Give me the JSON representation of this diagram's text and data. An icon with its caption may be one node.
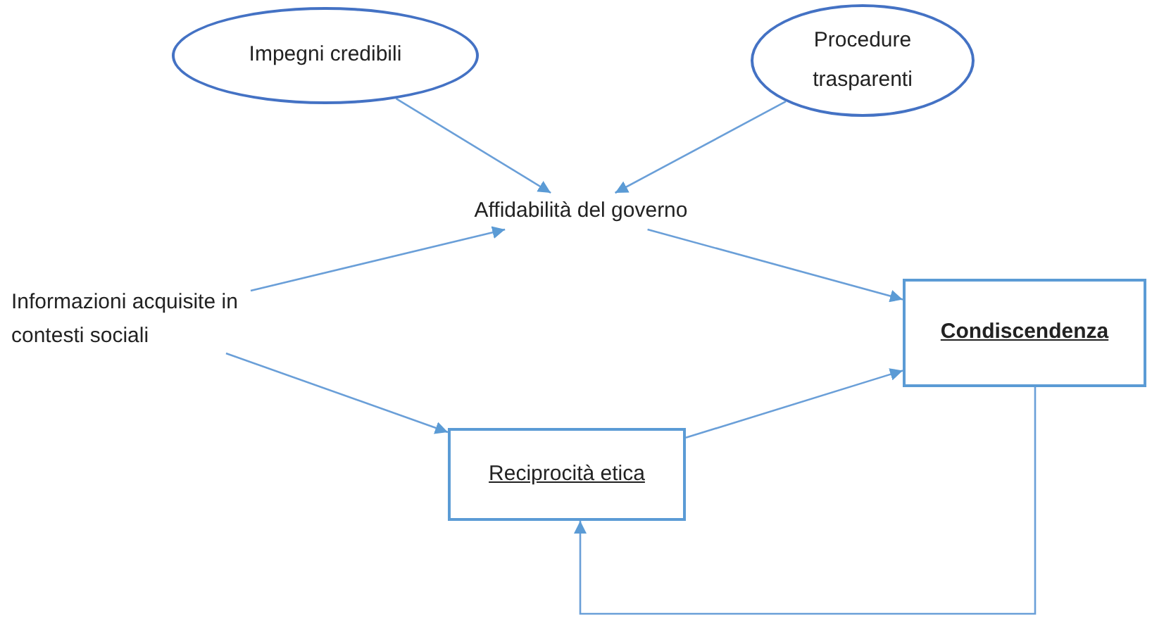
{
  "diagram": {
    "nodes": [
      {
        "text": [
          "Impegni credibili"
        ]
      },
      {
        "text": [
          "Procedure trasparenti"
        ]
      },
      {
        "text": [
          "Affidabilità del governo"
        ]
      },
      {
        "text": [
          "Informazioni acquisite in contesti sociali"
        ]
      },
      {
        "text": [
          "Condiscendenza"
        ]
      },
      {
        "text": [
          "Reciprocità etica"
        ]
      }
    ],
    "edges": [
      {
        "from": 0,
        "to": 2,
        "arrow": "to"
      },
      {
        "from": 1,
        "to": 2,
        "arrow": "to"
      },
      {
        "from": 3,
        "to": 2,
        "arrow": "to"
      },
      {
        "from": 2,
        "to": 4,
        "arrow": "to"
      },
      {
        "from": 3,
        "to": 5,
        "arrow": "to"
      },
      {
        "from": 5,
        "to": 4,
        "arrow": "to"
      },
      {
        "from": 4,
        "to": 5,
        "arrow": "to"
      }
    ]
  }
}
